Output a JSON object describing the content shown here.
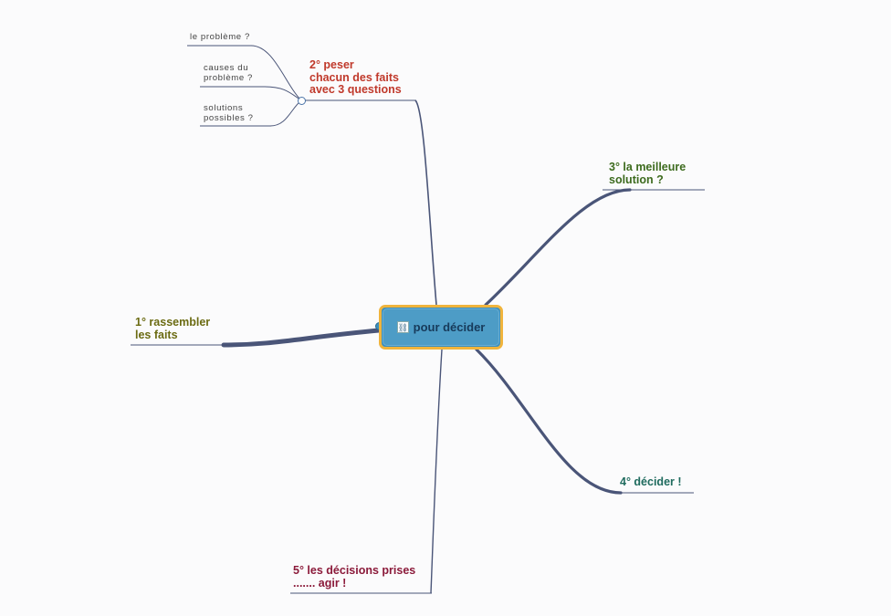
{
  "center": {
    "title": "pour décider",
    "icon": "link-icon"
  },
  "branches": {
    "b1": "1° rassembler\nles faits",
    "b2": "2° peser\nchacun des faits\navec 3 questions",
    "b3": "3° la meilleure\nsolution ?",
    "b4": "4° décider !",
    "b5": "5° les décisions prises\n....... agir !"
  },
  "sub_questions": [
    "le problème ?",
    "causes du\nproblème ?",
    "solutions\npossibles ?"
  ],
  "colors": {
    "b1": "#6b6b12",
    "b2": "#c0392b",
    "b3": "#3d6b1e",
    "b4": "#1f6b5e",
    "b5": "#8b1a3a",
    "line": "#4a5578",
    "center_fill": "#4d9cc6",
    "center_border": "#f0b43c"
  }
}
